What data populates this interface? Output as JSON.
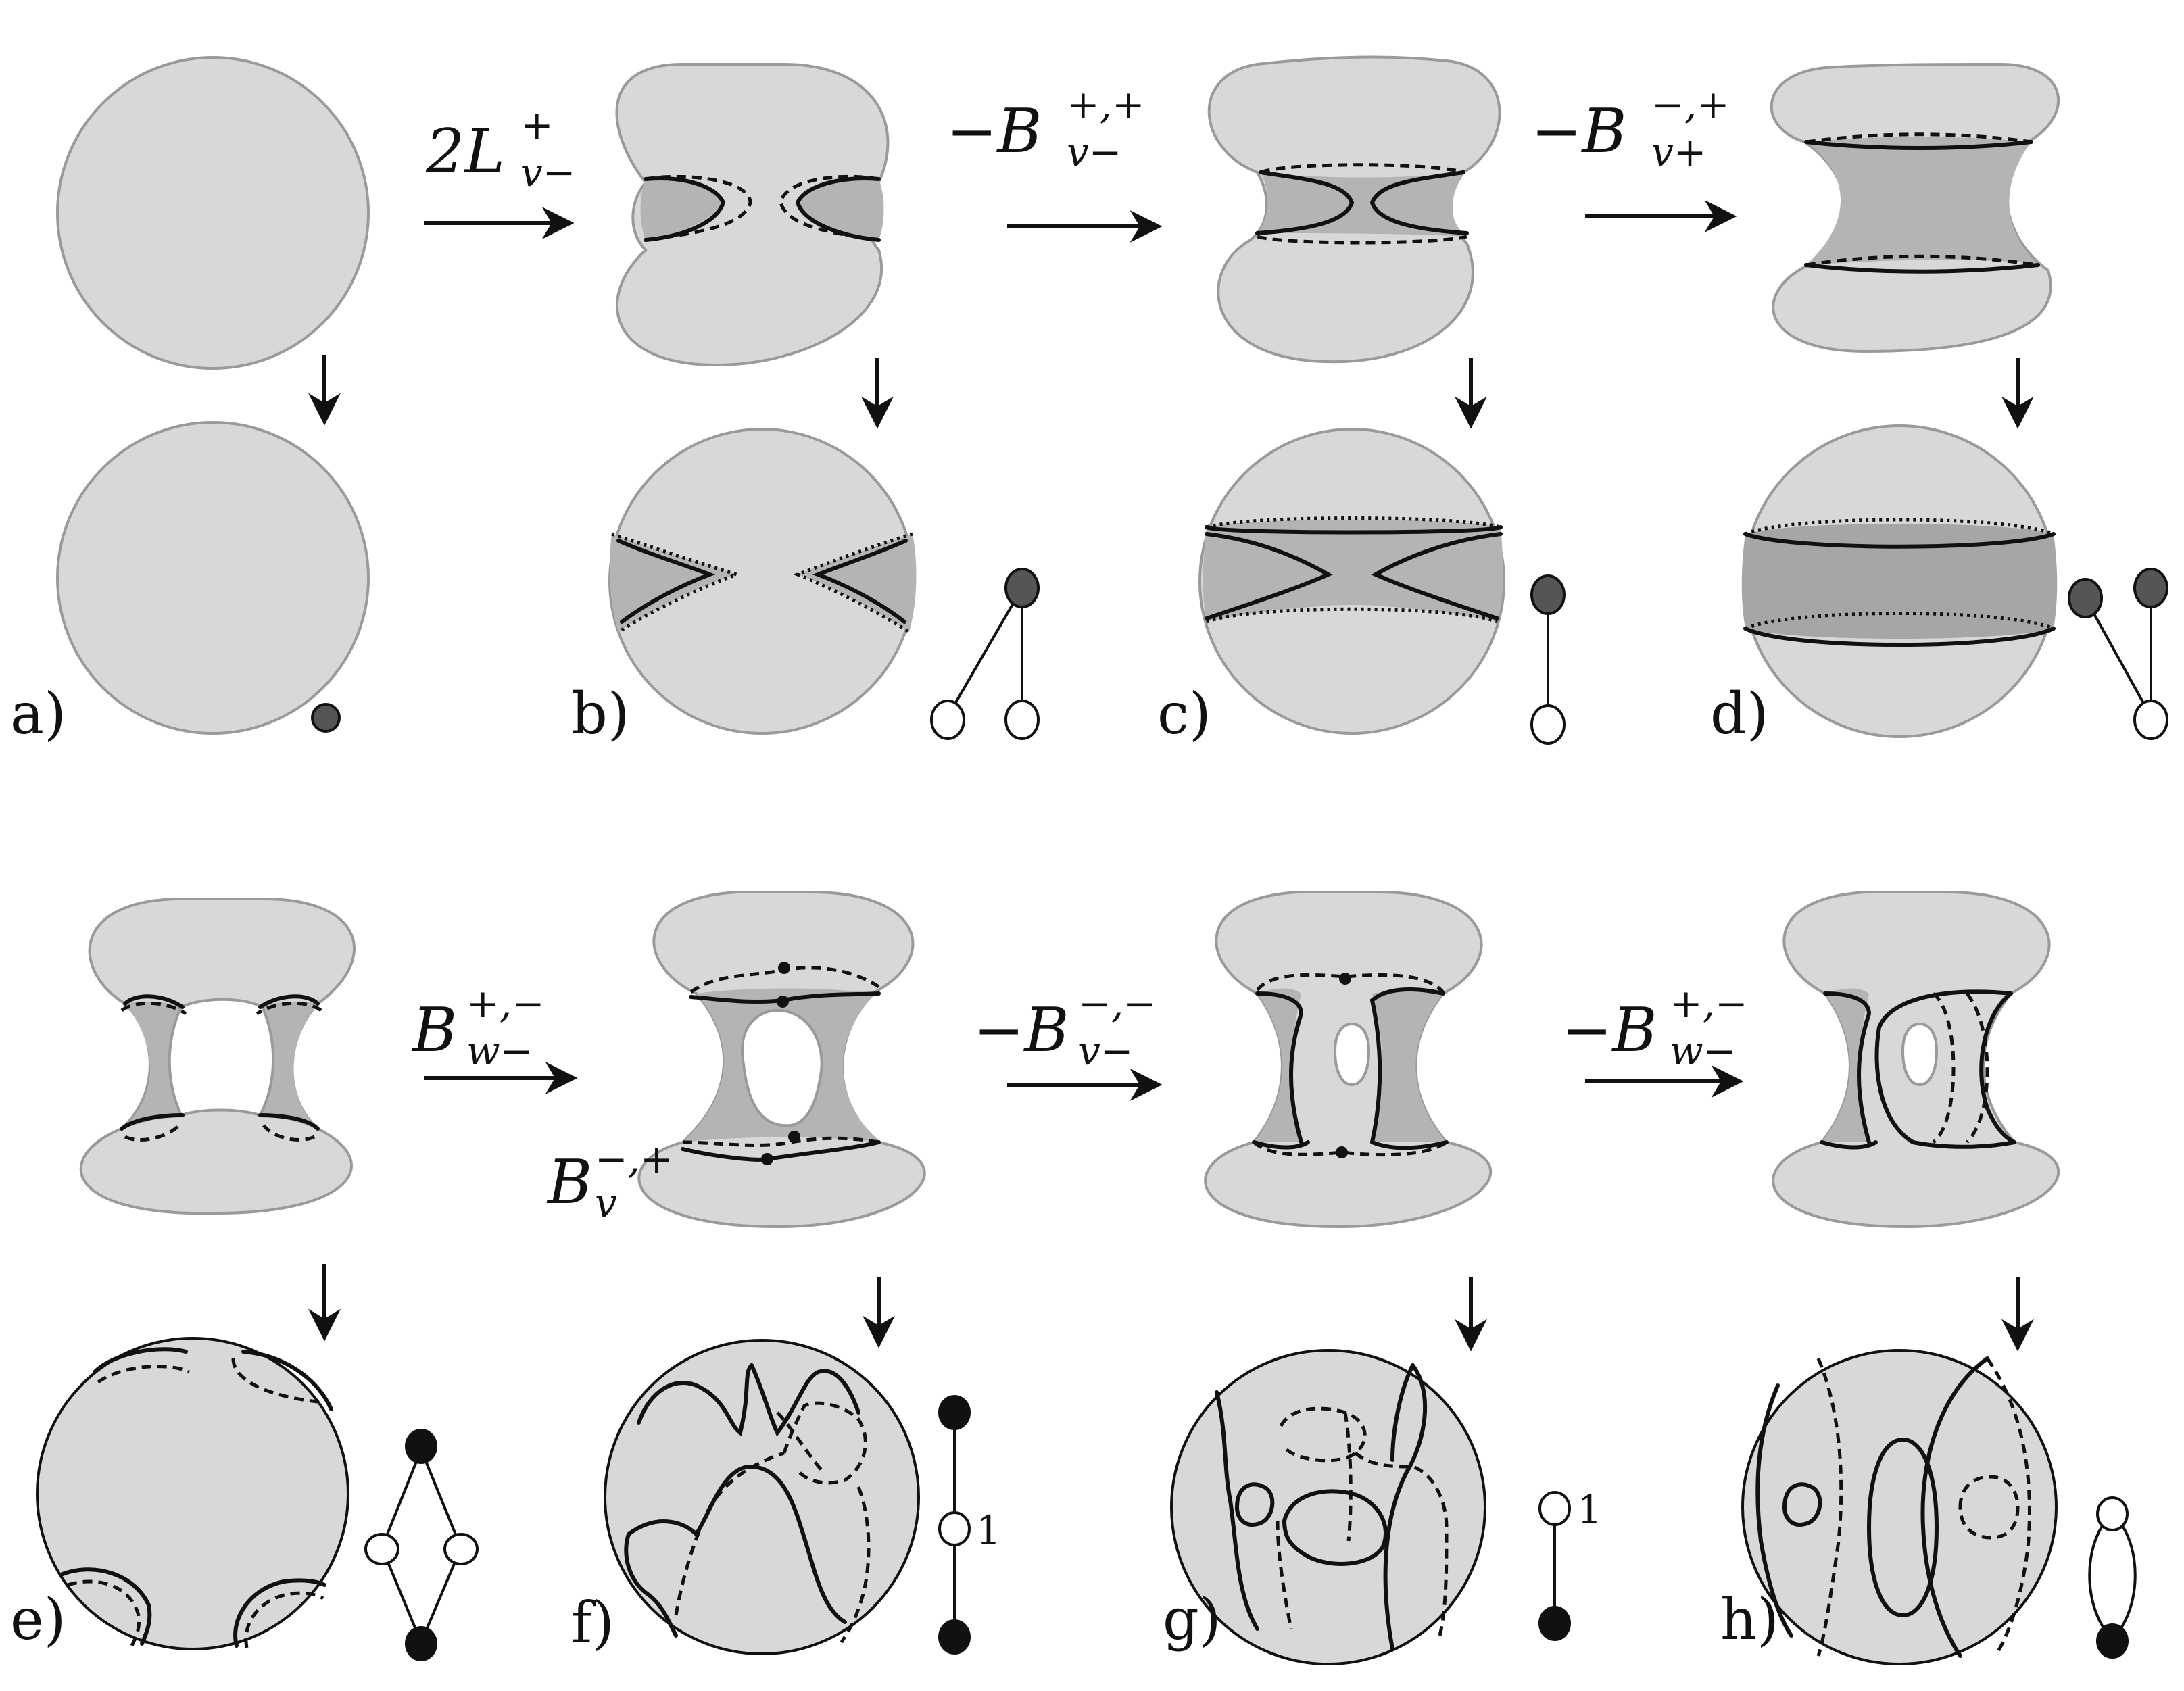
{
  "panels": [
    {
      "id": "a",
      "label": "a)"
    },
    {
      "id": "b",
      "label": "b)"
    },
    {
      "id": "c",
      "label": "c)"
    },
    {
      "id": "d",
      "label": "d)"
    },
    {
      "id": "e",
      "label": "e)"
    },
    {
      "id": "f",
      "label": "f)"
    },
    {
      "id": "g",
      "label": "g)"
    },
    {
      "id": "h",
      "label": "h)"
    }
  ],
  "operations": [
    {
      "from": "a",
      "to": "b",
      "base": "2L",
      "sup": "+",
      "sub": "v−"
    },
    {
      "from": "b",
      "to": "c",
      "base": "−B",
      "sup": "+,+",
      "sub": "v−"
    },
    {
      "from": "c",
      "to": "d",
      "base": "−B",
      "sup": "−,+",
      "sub": "v+"
    },
    {
      "from": "e",
      "to": "f",
      "base": "B",
      "sup": "+,−",
      "sub": "w−"
    },
    {
      "from": "f",
      "to": "g",
      "base": "−B",
      "sup": "−,−",
      "sub": "v−"
    },
    {
      "from": "g",
      "to": "h",
      "base": "−B",
      "sup": "+,−",
      "sub": "w−"
    }
  ],
  "annotation_f": {
    "base": "B",
    "sup": "−,+",
    "sub": "v"
  },
  "node_labels": {
    "f": "1",
    "g": "1"
  },
  "colors": {
    "surface": "#d8d8d8",
    "band": "#b4b4b4",
    "band_dark": "#a6a6a6",
    "node_gray": "#555555",
    "node_black": "#111111",
    "node_white": "#ffffff"
  }
}
